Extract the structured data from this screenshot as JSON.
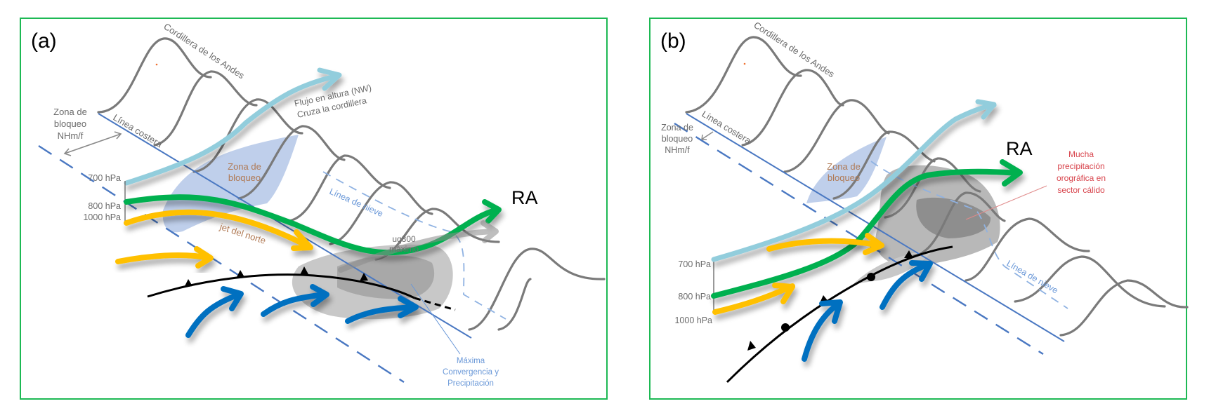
{
  "panels": [
    {
      "id": "a",
      "tag": "(a)",
      "mountain_label": "Cordillera de los Andes",
      "coast_label": "Línea costera",
      "blocking_zone_outer": [
        "Zona de",
        "bloqueo",
        "NHm/f"
      ],
      "blocking_zone_inner": [
        "Zona de",
        "bloqueo"
      ],
      "upper_flow": [
        "Flujo en altura (NW)",
        "Cruza la cordillera"
      ],
      "snow_line": "Línea de nieve",
      "levels": [
        "700 hPa",
        "800 hPa",
        "1000 hPa"
      ],
      "jet_label": "jet del norte",
      "ra_label": "RA",
      "uq_label": [
        "uq800",
        "máximo"
      ],
      "max_conv": [
        "Máxima",
        "Convergencia y",
        "Precipitación"
      ]
    },
    {
      "id": "b",
      "tag": "(b)",
      "mountain_label": "Cordillera de los Andes",
      "coast_label": "Línea costera",
      "blocking_zone_outer": [
        "Zona de",
        "bloqueo",
        "NHm/f"
      ],
      "blocking_zone_inner": [
        "Zona de",
        "bloqueo"
      ],
      "snow_line": "Línea de nieve",
      "levels": [
        "700 hPa",
        "800 hPa",
        "1000 hPa"
      ],
      "ra_label": "RA",
      "orographic": [
        "Mucha",
        "precipitación",
        "orográfica en",
        "sector cálido"
      ]
    }
  ],
  "colors": {
    "frame": "#1db954",
    "upper_flow": "#92cddc",
    "flow_800": "#00b050",
    "flow_1000": "#ffc000",
    "warm_flow": "#0070c0",
    "front": "#000000",
    "coast": "#4a78c2",
    "blocking": "#b4c7e7",
    "mountain": "#7a7a7a"
  }
}
